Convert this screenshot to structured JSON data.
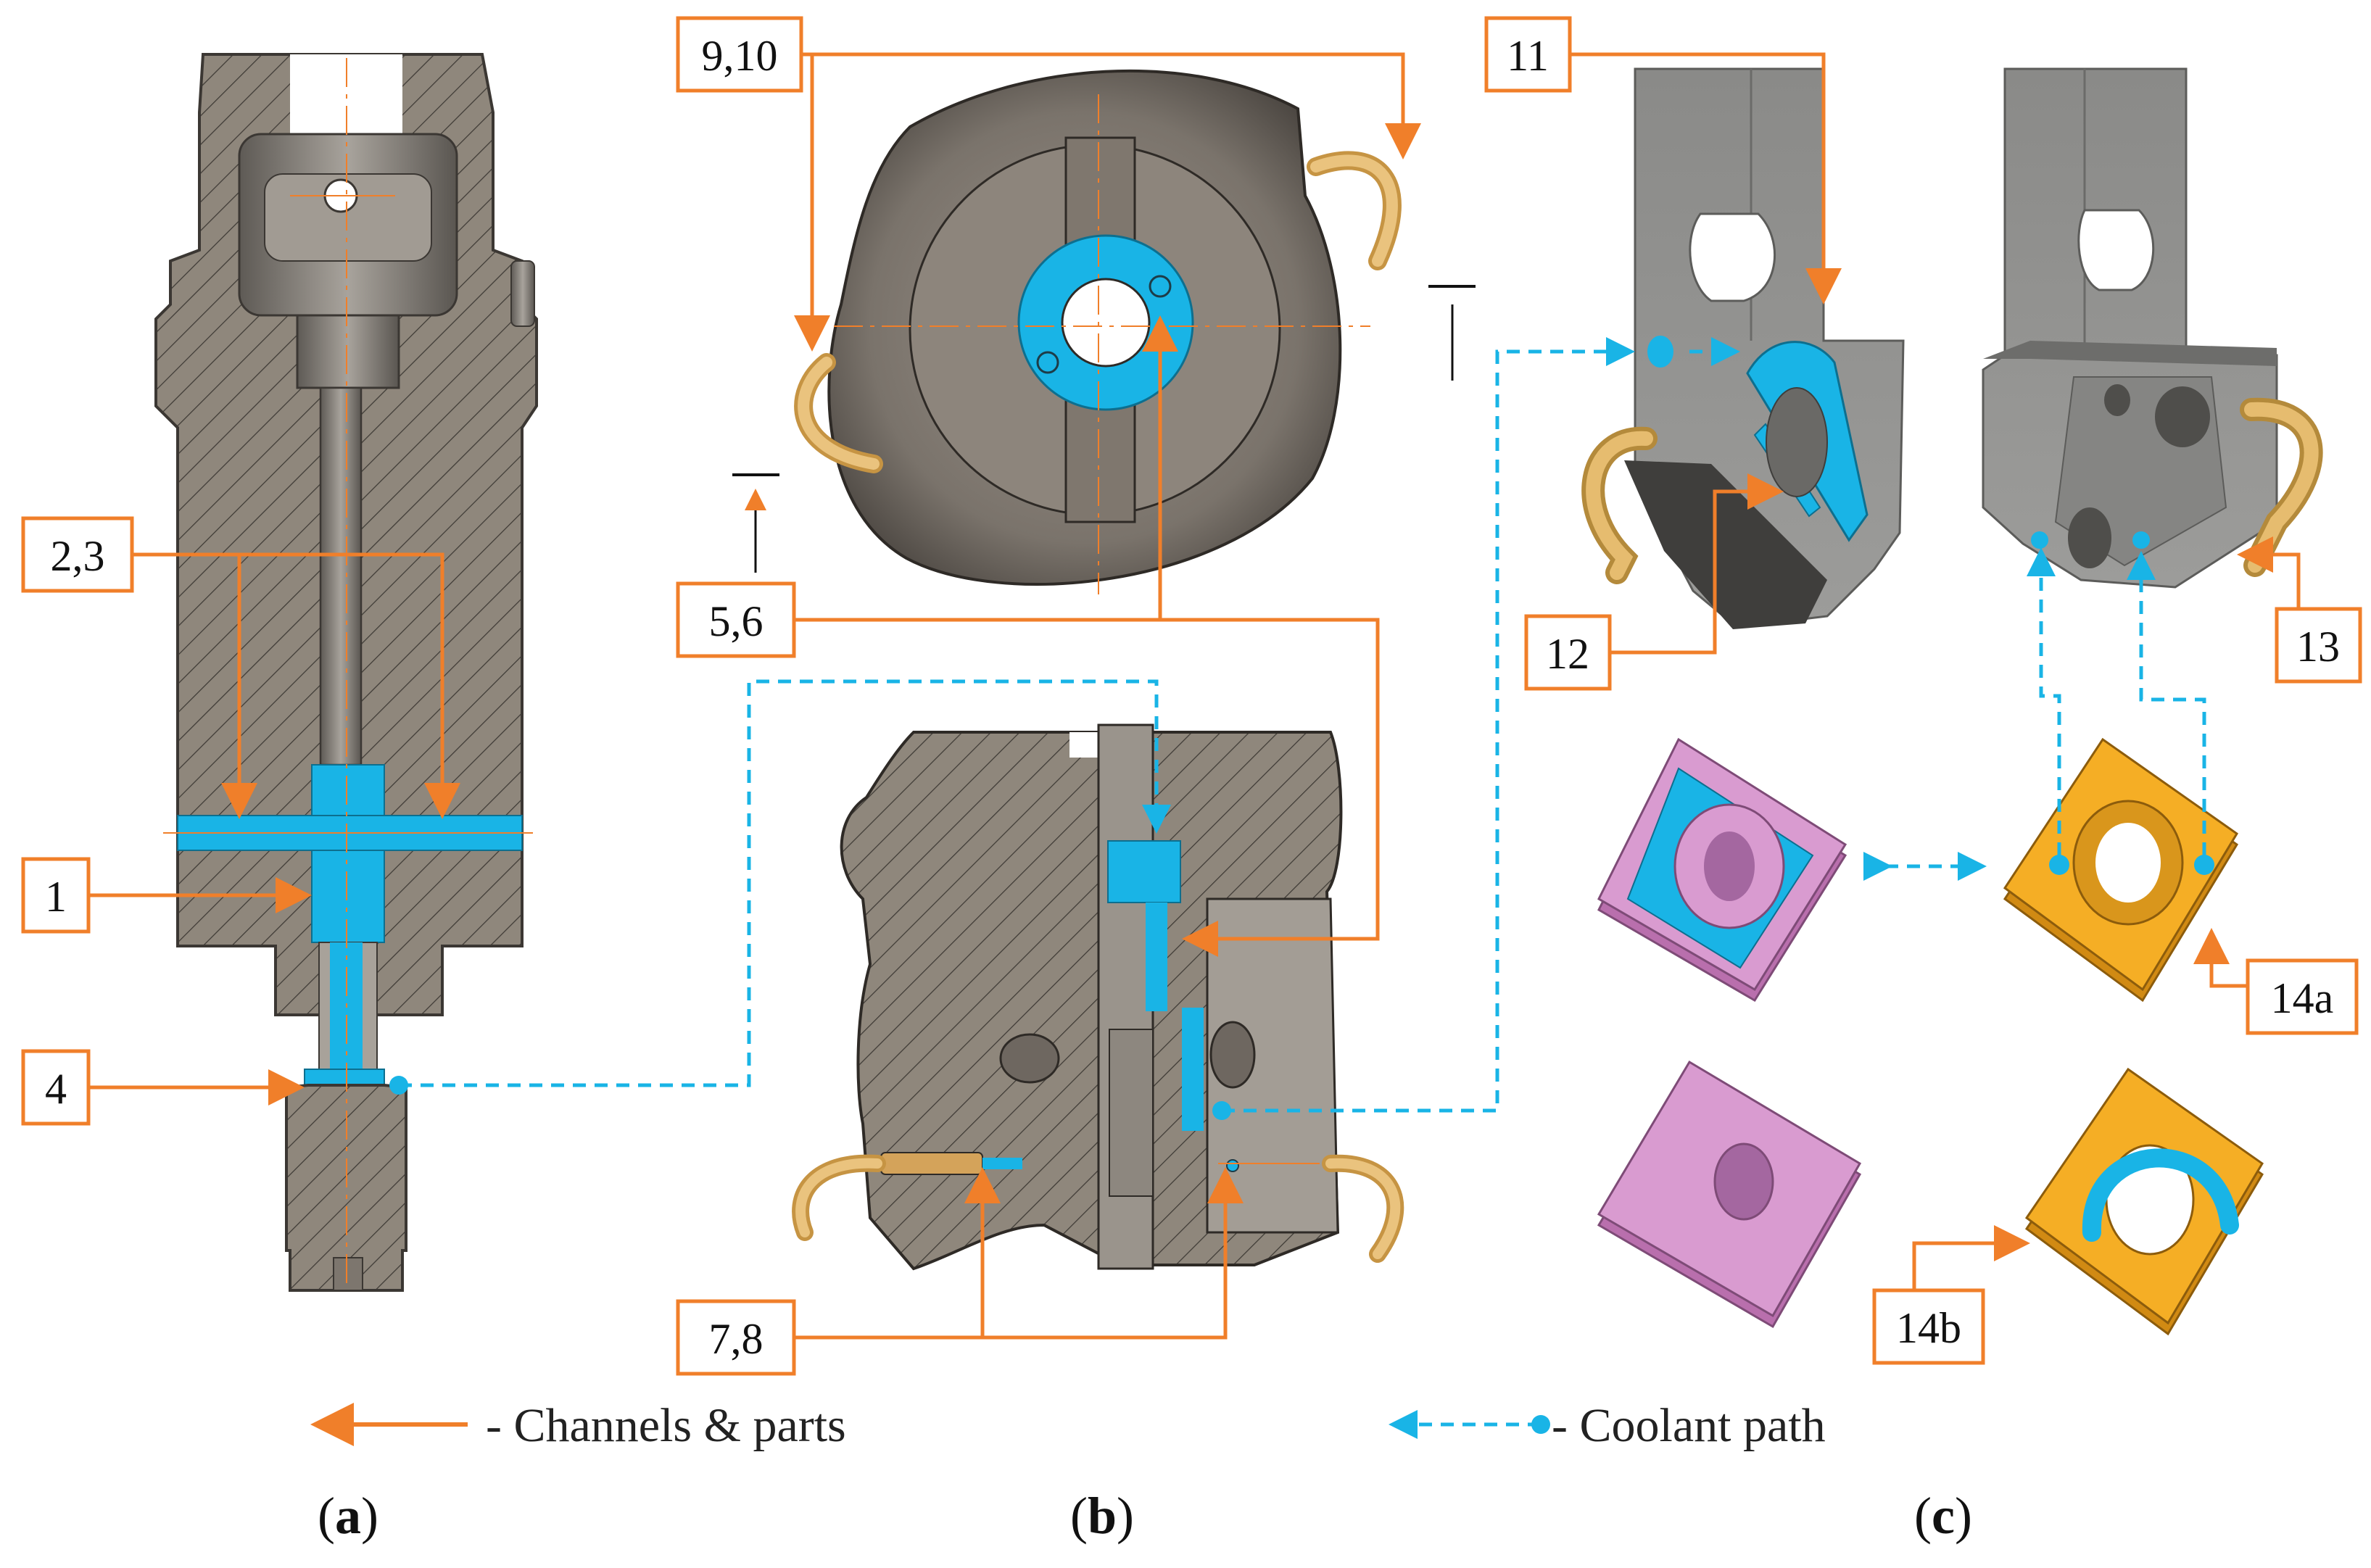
{
  "callouts": {
    "c1": "1",
    "c23": "2,3",
    "c4": "4",
    "c56": "5,6",
    "c78": "7,8",
    "c910": "9,10",
    "c11": "11",
    "c12": "12",
    "c13": "13",
    "c14a": "14a",
    "c14b": "14b"
  },
  "legend": {
    "channels": "- Channels & parts",
    "coolant": "- Coolant path"
  },
  "panels": {
    "a": {
      "open": "(",
      "letter": "a",
      "close": ")"
    },
    "b": {
      "open": "(",
      "letter": "b",
      "close": ")"
    },
    "c": {
      "open": "(",
      "letter": "c",
      "close": ")"
    }
  },
  "colors": {
    "channel_arrow": "#f07f2a",
    "coolant": "#19b4e6",
    "steel": "#8f877c",
    "insert": "#d58fc7",
    "shim": "#f5ae25",
    "hose": "#e2b061"
  }
}
